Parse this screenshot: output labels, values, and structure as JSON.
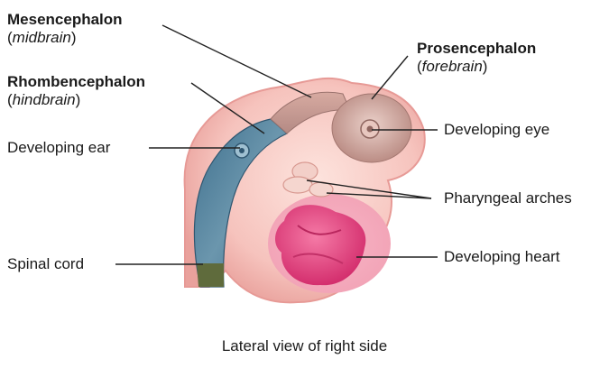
{
  "labels": {
    "mesencephalon": {
      "name": "Mesencephalon",
      "sub": "midbrain"
    },
    "rhombencephalon": {
      "name": "Rhombencephalon",
      "sub": "hindbrain"
    },
    "prosencephalon": {
      "name": "Prosencephalon",
      "sub": "forebrain"
    },
    "developing_ear": "Developing ear",
    "developing_eye": "Developing eye",
    "pharyngeal_arches": "Pharyngeal arches",
    "spinal_cord": "Spinal cord",
    "developing_heart": "Developing heart"
  },
  "caption": "Lateral view of right side",
  "colors": {
    "embryo_skin": "#f3b9b4",
    "embryo_edge": "#e79a96",
    "hindbrain": "#4f7f9b",
    "midbrain": "#c99b93",
    "forebrain": "#cfa59a",
    "heart": "#e94b86",
    "spinal_cord": "#5f6b3c",
    "leader_line": "#222222"
  }
}
